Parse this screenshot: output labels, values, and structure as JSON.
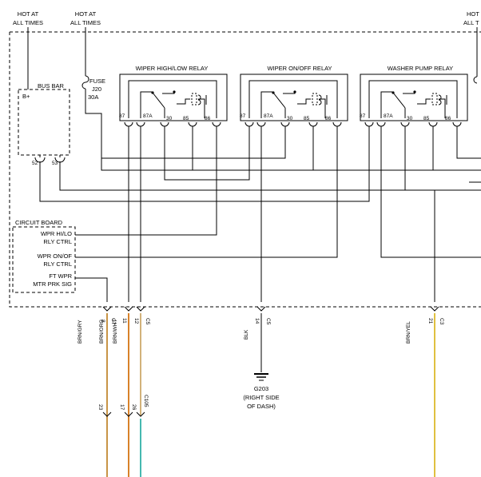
{
  "hot_labels": [
    {
      "line1": "HOT AT",
      "line2": "ALL TIMES"
    },
    {
      "line1": "HOT AT",
      "line2": "ALL TIMES"
    },
    {
      "line1": "HOT",
      "line2": "ALL T"
    }
  ],
  "bus_bar": {
    "title": "BUS BAR",
    "terminal": "B+",
    "pins": [
      "52",
      "53"
    ]
  },
  "fuse": {
    "line1": "FUSE",
    "line2": "J20",
    "line3": "30A"
  },
  "relays": [
    {
      "title": "WIPER HIGH/LOW RELAY",
      "pins": [
        "87",
        "87A",
        "30",
        "85",
        "86"
      ]
    },
    {
      "title": "WIPER ON/OFF RELAY",
      "pins": [
        "87",
        "87A",
        "30",
        "85",
        "86"
      ]
    },
    {
      "title": "WASHER PUMP RELAY",
      "pins": [
        "87",
        "87A",
        "30",
        "85",
        "86"
      ]
    }
  ],
  "circuit_board": {
    "title": "CIRCUIT BOARD",
    "items": [
      {
        "line1": "WPR HI/LO",
        "line2": "RLY CTRL"
      },
      {
        "line1": "WPR ON/OF",
        "line2": "RLY CTRL"
      },
      {
        "line1": "FT WPR",
        "line2": "MTR PRK SIG"
      }
    ]
  },
  "connectors": [
    {
      "pin": "8",
      "name": "C7"
    },
    {
      "pin": "11",
      "name": ""
    },
    {
      "pin": "12",
      "name": "C5"
    },
    {
      "pin": "14",
      "name": "C5"
    },
    {
      "pin": "21",
      "name": "C3"
    }
  ],
  "wires": [
    {
      "label": "BRN/GRY",
      "color": "#c89446"
    },
    {
      "label": "BRN/ORG",
      "color": "#d8822a"
    },
    {
      "label": "BRN/WHT",
      "color": "#d2b27a"
    },
    {
      "label": "BLK",
      "color": "#000000"
    },
    {
      "label": "BRN/YEL",
      "color": "#e0c040"
    }
  ],
  "ground": {
    "name": "G203",
    "line1": "(RIGHT SIDE",
    "line2": "OF DASH)"
  },
  "lower_connectors": {
    "pins": [
      "23",
      "17",
      "26"
    ],
    "name": "C105"
  },
  "colors": {
    "teal": "#46b8b0",
    "brown": "#9a6a3a"
  }
}
